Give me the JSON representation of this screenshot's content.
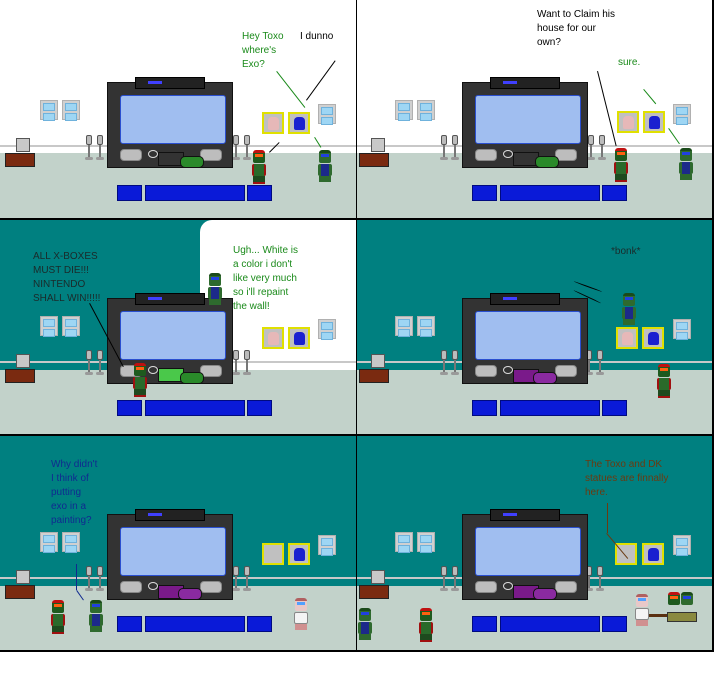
{
  "comic": {
    "colors": {
      "wall_white": "#ffffff",
      "wall_teal": "#008080",
      "floor": "#c2d2ca",
      "border": "#000000",
      "couch": "#0a1ad8",
      "frame": "#e0e000"
    },
    "panels": [
      {
        "id": 1,
        "wall": "white",
        "console": "xbox",
        "frames": [
          "portrait-white-robot",
          "portrait-blue-ninja"
        ],
        "dialogue": [
          {
            "speaker": "red-character",
            "text": "Hey Toxo\nwhere's\nExo?",
            "color": "#1a8a1a"
          },
          {
            "speaker": "green-character",
            "text": "I dunno",
            "color": "#000000"
          }
        ]
      },
      {
        "id": 2,
        "wall": "white",
        "console": "xbox",
        "frames": [
          "portrait-white-robot",
          "portrait-blue-ninja"
        ],
        "dialogue": [
          {
            "speaker": "red-character",
            "text": "Want to Claim his\nhouse for our\nown?",
            "color": "#000000"
          },
          {
            "speaker": "green-character",
            "text": "sure.",
            "color": "#1a8a1a"
          }
        ]
      },
      {
        "id": 3,
        "wall": "teal-and-white",
        "console": "xbox-destroyed",
        "frames": [
          "portrait-white-robot",
          "portrait-blue-ninja"
        ],
        "dialogue": [
          {
            "speaker": "red-character",
            "text": "ALL X-BOXES\nMUST DIE!!!\nNINTENDO\nSHALL WIN!!!!!",
            "color": "#1a2a2a"
          },
          {
            "speaker": "green-character",
            "text": "Ugh... White is\na color i don't\nlike very much\nso i'll repaint\nthe wall!",
            "color": "#1a8a1a"
          }
        ]
      },
      {
        "id": 4,
        "wall": "teal",
        "console": "gamecube",
        "frames": [
          "portrait-white-robot",
          "portrait-blue-ninja"
        ],
        "dialogue": [
          {
            "speaker": "sound-effect",
            "text": "*bonk*",
            "color": "#1a2a2a"
          }
        ]
      },
      {
        "id": 5,
        "wall": "teal",
        "console": "gamecube",
        "frames": [
          "empty-frame",
          "portrait-blue-ninja"
        ],
        "dialogue": [
          {
            "speaker": "green-character",
            "text": "Why didn't\nI think of\nputting\nexo in a\npainting?",
            "color": "#102a90"
          }
        ]
      },
      {
        "id": 6,
        "wall": "teal",
        "console": "gamecube",
        "frames": [
          "empty-frame",
          "portrait-blue-ninja"
        ],
        "dialogue": [
          {
            "speaker": "white-robot",
            "text": "The Toxo and DK\nstatues are finnally\nhere.",
            "color": "#6a3a10"
          }
        ]
      }
    ]
  }
}
